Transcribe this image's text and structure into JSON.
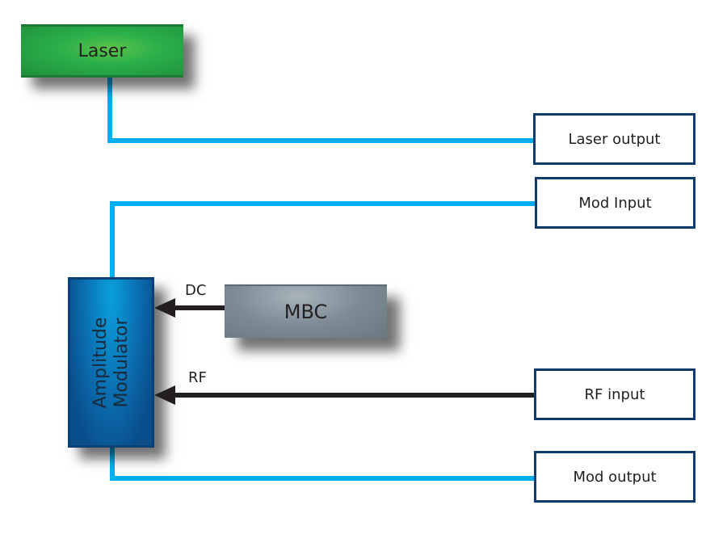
{
  "diagram": {
    "blocks": {
      "laser": "Laser",
      "modulator_line1": "Amplitude",
      "modulator_line2": "Modulator",
      "mbc": "MBC"
    },
    "ports": {
      "laser_output": "Laser output",
      "mod_input": "Mod Input",
      "rf_input": "RF input",
      "mod_output": "Mod output"
    },
    "signals": {
      "dc": "DC",
      "rf": "RF"
    },
    "colors": {
      "fiber": "#00aeef",
      "electrical": "#231f20",
      "port_border": "#0e3c6e",
      "laser_green": "#2bb04a",
      "modulator_blue": "#0b70b3",
      "mbc_gray": "#7e8b95"
    }
  }
}
